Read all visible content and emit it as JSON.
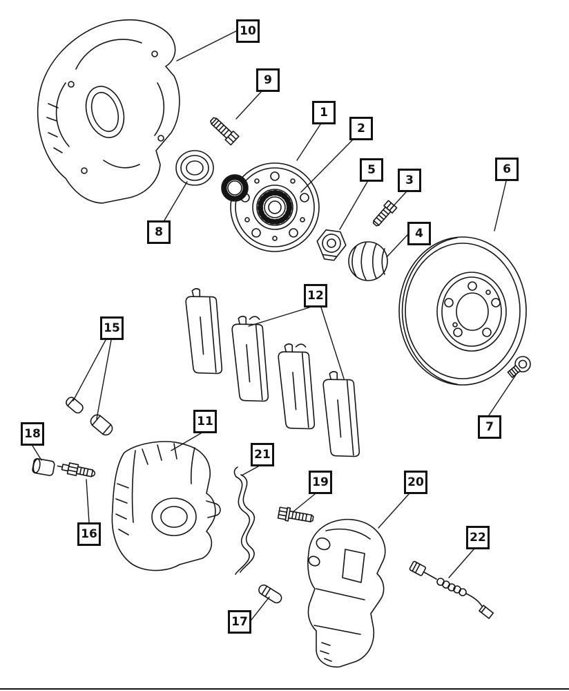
{
  "diagram": {
    "kind": "exploded-parts-diagram",
    "subject": "front disc brake assembly",
    "line_color": "#141414",
    "background": "#ffffff"
  },
  "callouts": [
    {
      "label": "1"
    },
    {
      "label": "2"
    },
    {
      "label": "3"
    },
    {
      "label": "4"
    },
    {
      "label": "5"
    },
    {
      "label": "6"
    },
    {
      "label": "7"
    },
    {
      "label": "8"
    },
    {
      "label": "9"
    },
    {
      "label": "10"
    },
    {
      "label": "11"
    },
    {
      "label": "12"
    },
    {
      "label": "15"
    },
    {
      "label": "16"
    },
    {
      "label": "17"
    },
    {
      "label": "18"
    },
    {
      "label": "19"
    },
    {
      "label": "20"
    },
    {
      "label": "21"
    },
    {
      "label": "22"
    }
  ]
}
